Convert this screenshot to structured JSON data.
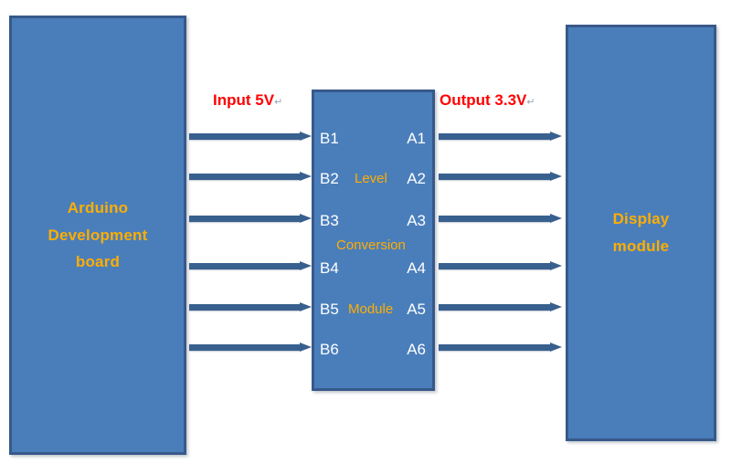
{
  "diagram": {
    "title": "Arduino to display module level conversion block diagram",
    "background_color": "#FFFFFF",
    "colors": {
      "block_fill": "#4A7EBB",
      "block_border": "#37598A",
      "block_text": "#FFAE00",
      "pin_text": "#FFFFFF",
      "arrow": "#38608F",
      "caption": "#FF0000"
    }
  },
  "blocks": {
    "arduino": {
      "name": "Arduino Development board",
      "lines": [
        "Arduino",
        "Development",
        "board"
      ]
    },
    "module": {
      "name": "Level Conversion Module",
      "words": [
        "Level",
        "Conversion",
        "Module"
      ]
    },
    "display": {
      "name": "Display module",
      "lines": [
        "Display",
        "module"
      ]
    }
  },
  "pins": {
    "input_side": [
      "B1",
      "B2",
      "B3",
      "B4",
      "B5",
      "B6"
    ],
    "output_side": [
      "A1",
      "A2",
      "A3",
      "A4",
      "A5",
      "A6"
    ]
  },
  "captions": {
    "input": "Input 5V",
    "output": "Output 3.3V",
    "mark": "↵"
  },
  "connections": {
    "input_count": 6,
    "output_count": 6
  }
}
